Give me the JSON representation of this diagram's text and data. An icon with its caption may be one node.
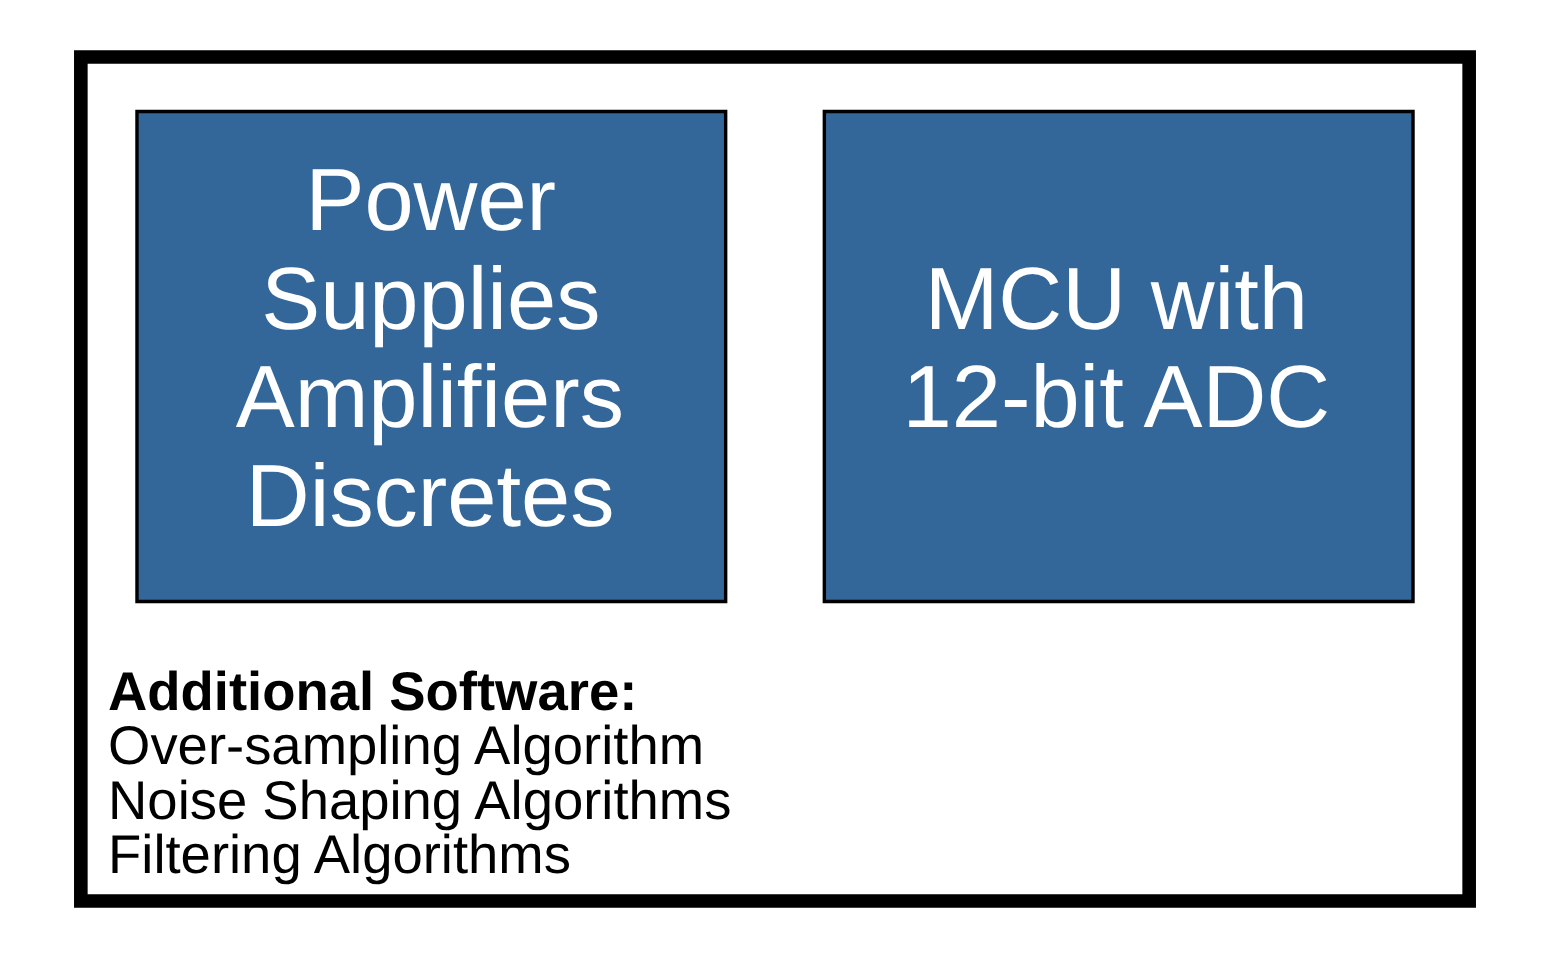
{
  "diagram": {
    "nodes": [
      {
        "text": [
          "Additional Software:",
          "Over-sampling Algorithm",
          "Noise Shaping Algorithms",
          "Filtering Algorithms"
        ]
      },
      {
        "text": [
          "MCU with 12-bit ADC"
        ],
        "in": 0
      },
      {
        "text": [
          "Power Supplies",
          "Amplifiers",
          "Discretes"
        ],
        "in": 0
      }
    ]
  }
}
